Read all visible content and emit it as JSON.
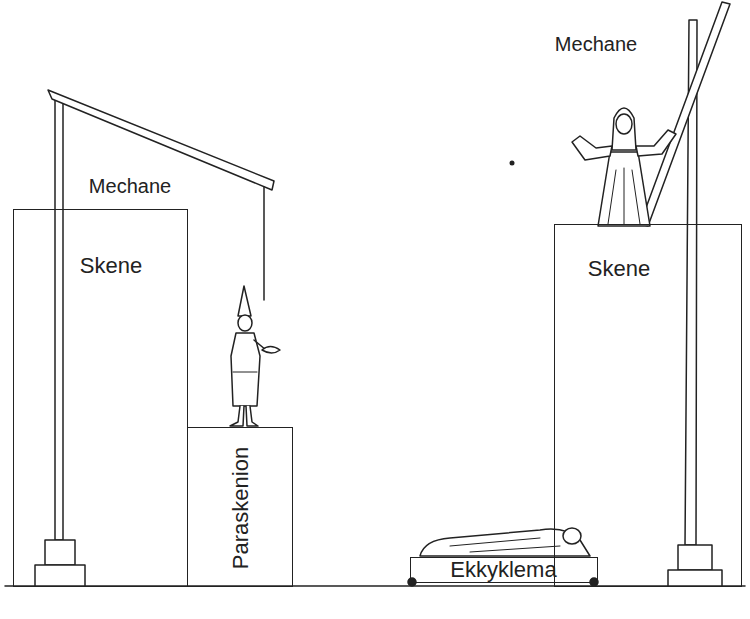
{
  "diagram": {
    "nodes": [
      {
        "text": [
          "Skene"
        ]
      },
      {
        "text": [
          "Paraskenion"
        ]
      },
      {
        "text": [
          "Ekkyklema"
        ]
      },
      {
        "text": [
          "Skene"
        ]
      }
    ],
    "labels": [
      "Mechane",
      "Mechane"
    ]
  }
}
